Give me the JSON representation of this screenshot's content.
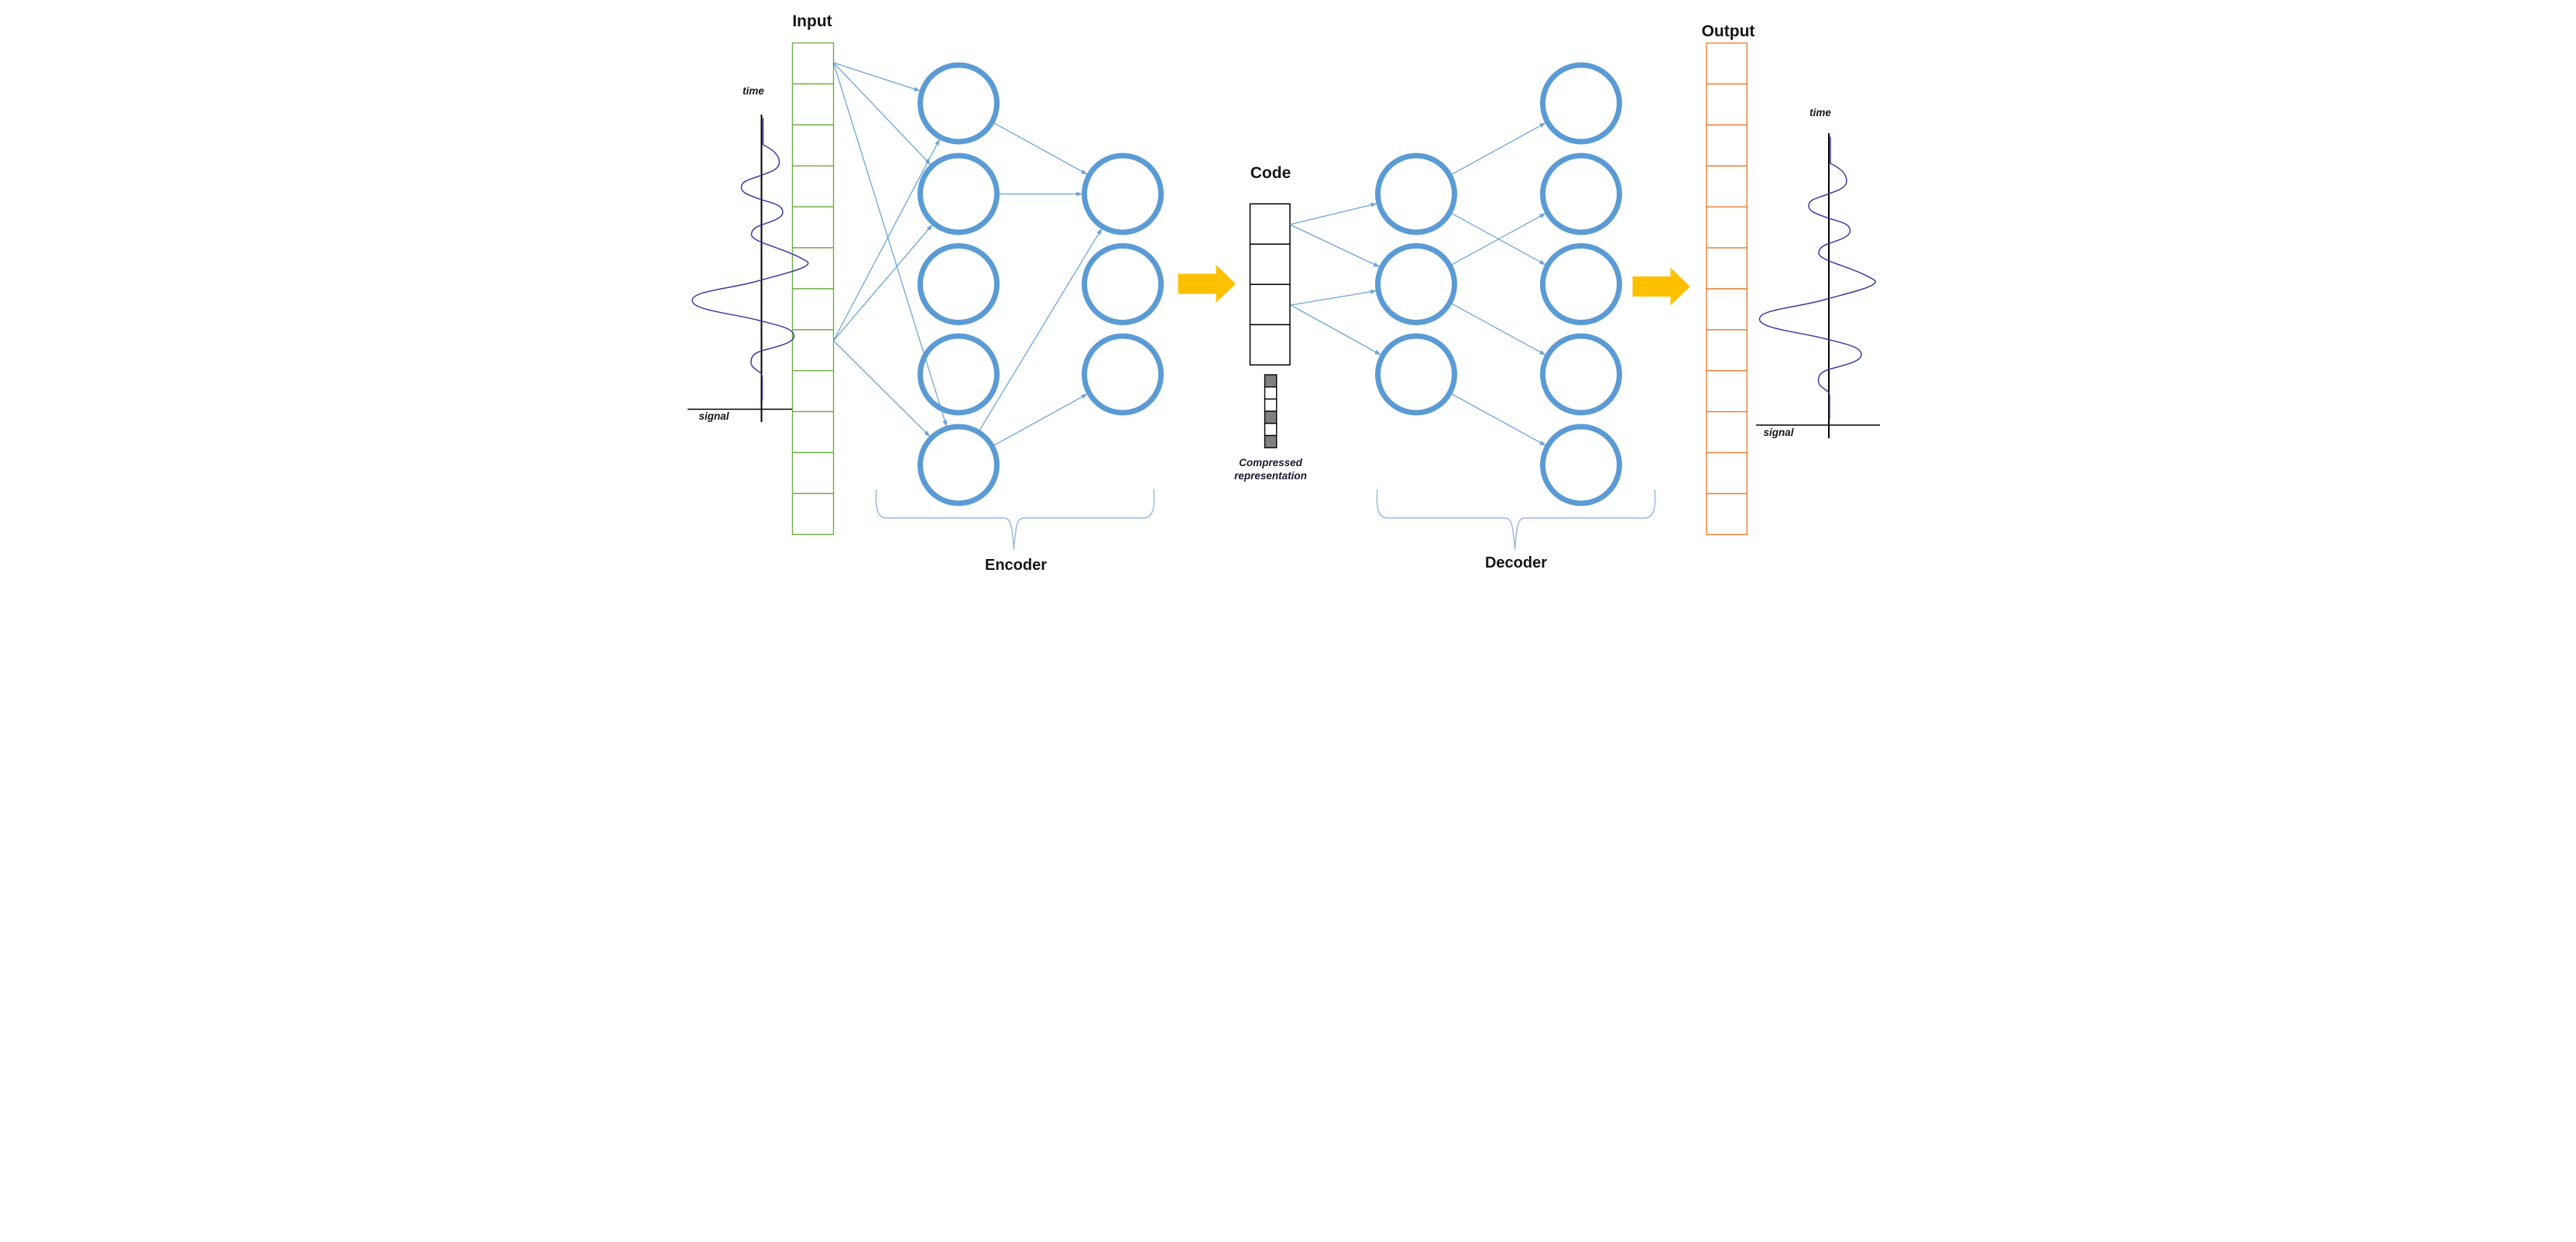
{
  "diagram": {
    "input_label": "Input",
    "output_label": "Output",
    "code_label": "Code",
    "encoder_label": "Encoder",
    "decoder_label": "Decoder",
    "compressed_label_line1": "Compressed",
    "compressed_label_line2": "representation",
    "left_plot": {
      "time_label": "time",
      "signal_label": "signal"
    },
    "right_plot": {
      "time_label": "time",
      "signal_label": "signal"
    }
  },
  "columns": {
    "input": {
      "cells": 12,
      "stroke": "#70AD47"
    },
    "code": {
      "cells": 4,
      "stroke": "#000000"
    },
    "output": {
      "cells": 12,
      "stroke": "#ED7D31"
    },
    "compressed": {
      "pattern": [
        "gray",
        "white",
        "white",
        "gray",
        "white",
        "gray"
      ],
      "gray_fill": "#808080",
      "stroke": "#000000"
    }
  },
  "network": {
    "encoder_layer1_nodes": 5,
    "encoder_layer2_nodes": 3,
    "decoder_layer1_nodes": 3,
    "decoder_layer2_nodes": 5,
    "node_stroke": "#5B9BD5",
    "edges": [
      [
        "input_top",
        "e1n1"
      ],
      [
        "input_top",
        "e1n2"
      ],
      [
        "input_top",
        "e1n5"
      ],
      [
        "input_mid",
        "e1n1"
      ],
      [
        "input_mid",
        "e1n2"
      ],
      [
        "input_mid",
        "e1n5"
      ],
      [
        "e1n1",
        "e2n1"
      ],
      [
        "e1n2",
        "e2n1"
      ],
      [
        "e1n5",
        "e2n1"
      ],
      [
        "e1n5",
        "e2n3"
      ],
      [
        "code_s1",
        "d1n1"
      ],
      [
        "code_s1",
        "d1n2"
      ],
      [
        "code_s3",
        "d1n2"
      ],
      [
        "code_s3",
        "d1n3"
      ],
      [
        "d1n1",
        "d2n1"
      ],
      [
        "d1n1",
        "d2n3"
      ],
      [
        "d1n2",
        "d2n2"
      ],
      [
        "d1n2",
        "d2n4"
      ],
      [
        "d1n3",
        "d2n5"
      ]
    ]
  },
  "palette": {
    "edge_blue": "#5B9BD5",
    "block_arrow_yellow": "#FFC000",
    "brace_blue": "#9CB9E0",
    "wave_navy": "#3A3A9E",
    "axis_black": "#000000",
    "text_dark": "#151515"
  }
}
